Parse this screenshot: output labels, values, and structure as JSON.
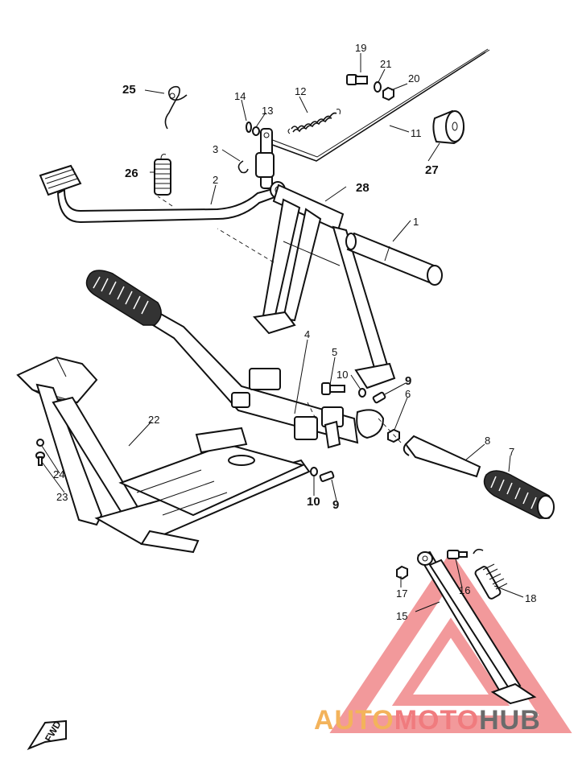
{
  "diagram": {
    "callouts": [
      {
        "id": "c1",
        "label": "1"
      },
      {
        "id": "c2",
        "label": "2"
      },
      {
        "id": "c3",
        "label": "3"
      },
      {
        "id": "c4",
        "label": "4"
      },
      {
        "id": "c5",
        "label": "5"
      },
      {
        "id": "c6",
        "label": "6"
      },
      {
        "id": "c7",
        "label": "7"
      },
      {
        "id": "c8",
        "label": "8"
      },
      {
        "id": "c9a",
        "label": "9"
      },
      {
        "id": "c9b",
        "label": "9"
      },
      {
        "id": "c10a",
        "label": "10"
      },
      {
        "id": "c10b",
        "label": "10"
      },
      {
        "id": "c11",
        "label": "11"
      },
      {
        "id": "c12",
        "label": "12"
      },
      {
        "id": "c13",
        "label": "13"
      },
      {
        "id": "c14",
        "label": "14"
      },
      {
        "id": "c15",
        "label": "15"
      },
      {
        "id": "c16",
        "label": "16"
      },
      {
        "id": "c17",
        "label": "17"
      },
      {
        "id": "c18",
        "label": "18"
      },
      {
        "id": "c19",
        "label": "19"
      },
      {
        "id": "c20",
        "label": "20"
      },
      {
        "id": "c21",
        "label": "21"
      },
      {
        "id": "c22",
        "label": "22"
      },
      {
        "id": "c23",
        "label": "23"
      },
      {
        "id": "c24",
        "label": "24"
      },
      {
        "id": "c25",
        "label": "25"
      },
      {
        "id": "c26",
        "label": "26"
      },
      {
        "id": "c27",
        "label": "27"
      },
      {
        "id": "c28",
        "label": "28"
      }
    ],
    "direction_marker": "FWD"
  },
  "watermark": {
    "part1": "AUTO",
    "part2": "MOTO",
    "part3": "HUB",
    "triangle_color": "#e8464b",
    "text_color_1": "#f3b35b",
    "text_color_2": "#6b6b6b"
  }
}
